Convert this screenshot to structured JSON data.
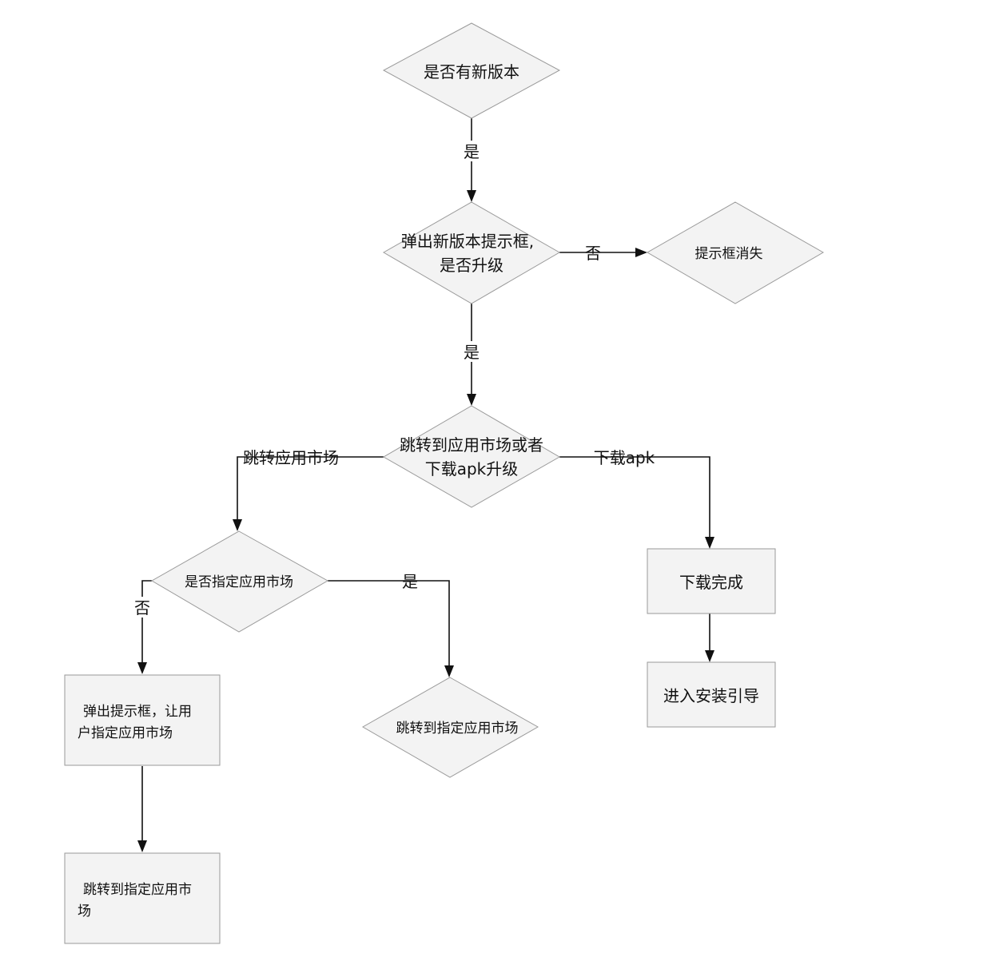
{
  "nodes": {
    "check_new_version": {
      "shape": "diamond",
      "lines": [
        "是否有新版本"
      ]
    },
    "popup_upgrade": {
      "shape": "diamond",
      "lines": [
        "弹出新版本提示框,",
        "是否升级"
      ]
    },
    "dismiss_prompt": {
      "shape": "diamond",
      "lines": [
        "提示框消失"
      ]
    },
    "choose_method": {
      "shape": "diamond",
      "lines": [
        "跳转到应用市场或者",
        "下载apk升级"
      ]
    },
    "specified_market": {
      "shape": "diamond",
      "lines": [
        "是否指定应用市场"
      ]
    },
    "goto_specified_market": {
      "shape": "diamond",
      "lines": [
        "跳转到指定应用市场"
      ]
    },
    "download_done": {
      "shape": "rect",
      "lines": [
        "下载完成"
      ]
    },
    "install_guide": {
      "shape": "rect",
      "lines": [
        "进入安装引导"
      ]
    },
    "popup_user_choose": {
      "shape": "rect",
      "lines": [
        "弹出提示框，让用",
        "户指定应用市场"
      ]
    },
    "jump_specified_market": {
      "shape": "rect",
      "lines": [
        "跳转到指定应用市",
        "场"
      ]
    }
  },
  "edges": {
    "e1": {
      "from": "check_new_version",
      "to": "popup_upgrade",
      "label": "是"
    },
    "e2": {
      "from": "popup_upgrade",
      "to": "dismiss_prompt",
      "label": "否"
    },
    "e3": {
      "from": "popup_upgrade",
      "to": "choose_method",
      "label": "是"
    },
    "e4": {
      "from": "choose_method",
      "to": "specified_market",
      "label": "跳转应用市场"
    },
    "e5": {
      "from": "choose_method",
      "to": "download_done",
      "label": "下载apk"
    },
    "e6": {
      "from": "specified_market",
      "to": "goto_specified_market",
      "label": "是"
    },
    "e7": {
      "from": "specified_market",
      "to": "popup_user_choose",
      "label": "否"
    },
    "e8": {
      "from": "download_done",
      "to": "install_guide",
      "label": ""
    },
    "e9": {
      "from": "popup_user_choose",
      "to": "jump_specified_market",
      "label": ""
    }
  },
  "colors": {
    "node_fill": "#f3f3f3",
    "node_stroke": "#9a9a9a",
    "edge": "#111111"
  }
}
